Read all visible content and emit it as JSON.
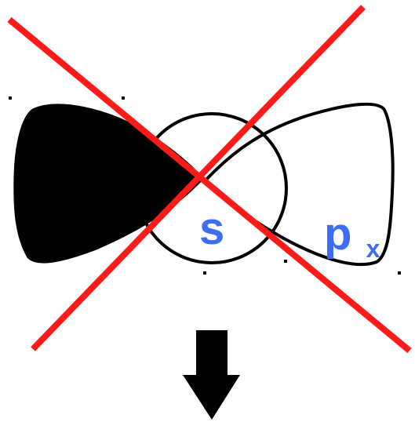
{
  "labels": {
    "s_orbital": "s",
    "p_orbital_main": "p",
    "p_orbital_subscript": "x"
  },
  "colors": {
    "label": "#3d6df2",
    "cross": "#ff1a1a",
    "outline": "#000000",
    "filled_lobe": "#000000",
    "background": "#ffffff"
  },
  "icons": {
    "cross_mark": "cross-mark-icon",
    "arrow": "arrow-down-icon"
  }
}
